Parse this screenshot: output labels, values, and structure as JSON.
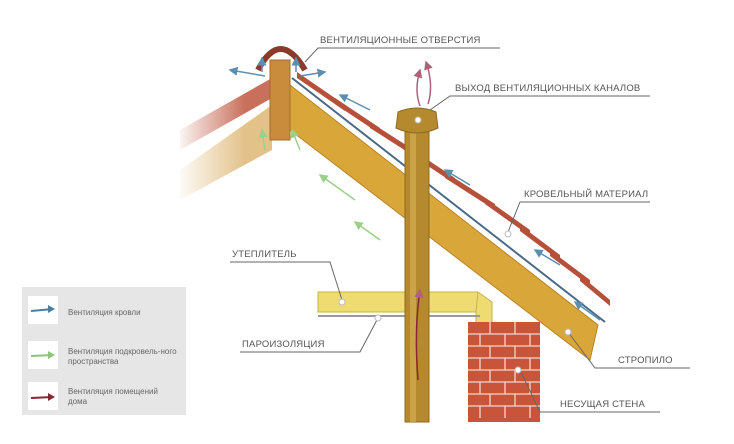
{
  "labels": {
    "vent_openings": "ВЕНТИЛЯЦИОННЫЕ ОТВЕРСТИЯ",
    "vent_outlet": "ВЫХОД ВЕНТИЛЯЦИОННЫХ КАНАЛОВ",
    "roofing": "КРОВЕЛЬНЫЙ МАТЕРИАЛ",
    "insulation": "УТЕПЛИТЕЛЬ",
    "vapor_barrier": "ПАРОИЗОЛЯЦИЯ",
    "rafter": "СТРОПИЛО",
    "bearing_wall": "НЕСУЩАЯ СТЕНА"
  },
  "legend": [
    {
      "text": "Вентиляция кровли",
      "color": "#4a7fa0"
    },
    {
      "text": "Вентиляция подкровель-ного пространства",
      "color": "#8fc47a"
    },
    {
      "text": "Вентиляция помещений дома",
      "color": "#8a2535"
    }
  ],
  "colors": {
    "wood": "#d9a63a",
    "tile": "#b5503a",
    "brick": "#c8553a",
    "insulation": "#eedc72"
  }
}
